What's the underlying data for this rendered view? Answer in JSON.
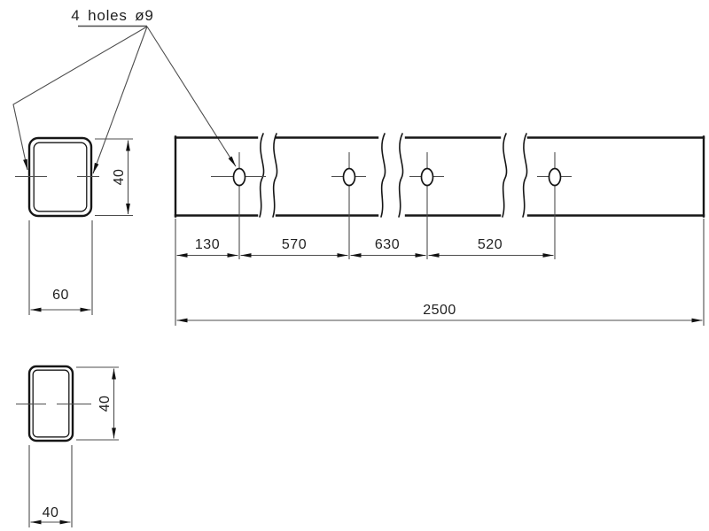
{
  "callout": {
    "label": "4 holes ø9"
  },
  "side_view": {
    "spacing_labels": [
      "130",
      "570",
      "630",
      "520"
    ],
    "total_length_label": "2500",
    "hole_count": 4
  },
  "front_section": {
    "width_label": "60",
    "height_label": "40"
  },
  "bottom_section": {
    "width_label": "40",
    "height_label": "40"
  },
  "colors": {
    "background": "#ffffff",
    "outline": "#161616",
    "dimension_line": "#4d4d4d",
    "text": "#1f1f1f"
  }
}
